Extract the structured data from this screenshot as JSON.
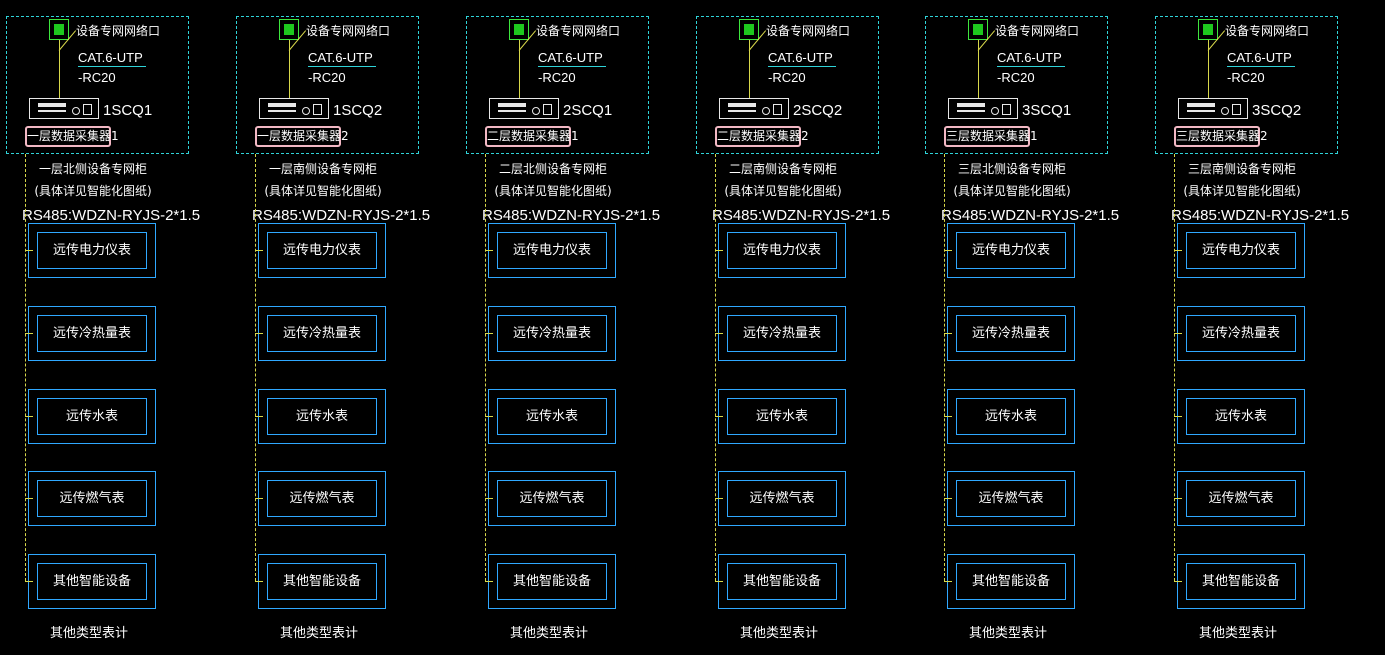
{
  "columns": [
    {
      "port_label": "设备专网网络口",
      "cable": "CAT.6-UTP",
      "conduit": "-RC20",
      "device_id": "1SCQ1",
      "collector": "一层数据采集器1",
      "cabinet_title": "一层北侧设备专网柜",
      "cabinet_sub": "(具体详见智能化图纸)",
      "rs485": "RS485:WDZN-RYJS-2*1.5",
      "meters": [
        "远传电力仪表",
        "远传冷热量表",
        "远传水表",
        "远传燃气表",
        "其他智能设备"
      ],
      "footer": "其他类型表计"
    },
    {
      "port_label": "设备专网网络口",
      "cable": "CAT.6-UTP",
      "conduit": "-RC20",
      "device_id": "1SCQ2",
      "collector": "一层数据采集器2",
      "cabinet_title": "一层南侧设备专网柜",
      "cabinet_sub": "(具体详见智能化图纸)",
      "rs485": "RS485:WDZN-RYJS-2*1.5",
      "meters": [
        "远传电力仪表",
        "远传冷热量表",
        "远传水表",
        "远传燃气表",
        "其他智能设备"
      ],
      "footer": "其他类型表计"
    },
    {
      "port_label": "设备专网网络口",
      "cable": "CAT.6-UTP",
      "conduit": "-RC20",
      "device_id": "2SCQ1",
      "collector": "二层数据采集器1",
      "cabinet_title": "二层北侧设备专网柜",
      "cabinet_sub": "(具体详见智能化图纸)",
      "rs485": "RS485:WDZN-RYJS-2*1.5",
      "meters": [
        "远传电力仪表",
        "远传冷热量表",
        "远传水表",
        "远传燃气表",
        "其他智能设备"
      ],
      "footer": "其他类型表计"
    },
    {
      "port_label": "设备专网网络口",
      "cable": "CAT.6-UTP",
      "conduit": "-RC20",
      "device_id": "2SCQ2",
      "collector": "二层数据采集器2",
      "cabinet_title": "二层南侧设备专网柜",
      "cabinet_sub": "(具体详见智能化图纸)",
      "rs485": "RS485:WDZN-RYJS-2*1.5",
      "meters": [
        "远传电力仪表",
        "远传冷热量表",
        "远传水表",
        "远传燃气表",
        "其他智能设备"
      ],
      "footer": "其他类型表计"
    },
    {
      "port_label": "设备专网网络口",
      "cable": "CAT.6-UTP",
      "conduit": "-RC20",
      "device_id": "3SCQ1",
      "collector": "三层数据采集器1",
      "cabinet_title": "三层北侧设备专网柜",
      "cabinet_sub": "(具体详见智能化图纸)",
      "rs485": "RS485:WDZN-RYJS-2*1.5",
      "meters": [
        "远传电力仪表",
        "远传冷热量表",
        "远传水表",
        "远传燃气表",
        "其他智能设备"
      ],
      "footer": "其他类型表计"
    },
    {
      "port_label": "设备专网网络口",
      "cable": "CAT.6-UTP",
      "conduit": "-RC20",
      "device_id": "3SCQ2",
      "collector": "三层数据采集器2",
      "cabinet_title": "三层南侧设备专网柜",
      "cabinet_sub": "(具体详见智能化图纸)",
      "rs485": "RS485:WDZN-RYJS-2*1.5",
      "meters": [
        "远传电力仪表",
        "远传冷热量表",
        "远传水表",
        "远传燃气表",
        "其他智能设备"
      ],
      "footer": "其他类型表计"
    }
  ],
  "colors": {
    "background": "#000000",
    "dashed_frame": "#2fd3d8",
    "port": "#1ec91e",
    "wire": "#d8d84a",
    "meter_box": "#2fa8ff",
    "collector_box": "#f2b8c4",
    "text": "#ffffff"
  },
  "icons": {
    "port": "network-port-icon",
    "device": "data-collector-device-icon"
  }
}
